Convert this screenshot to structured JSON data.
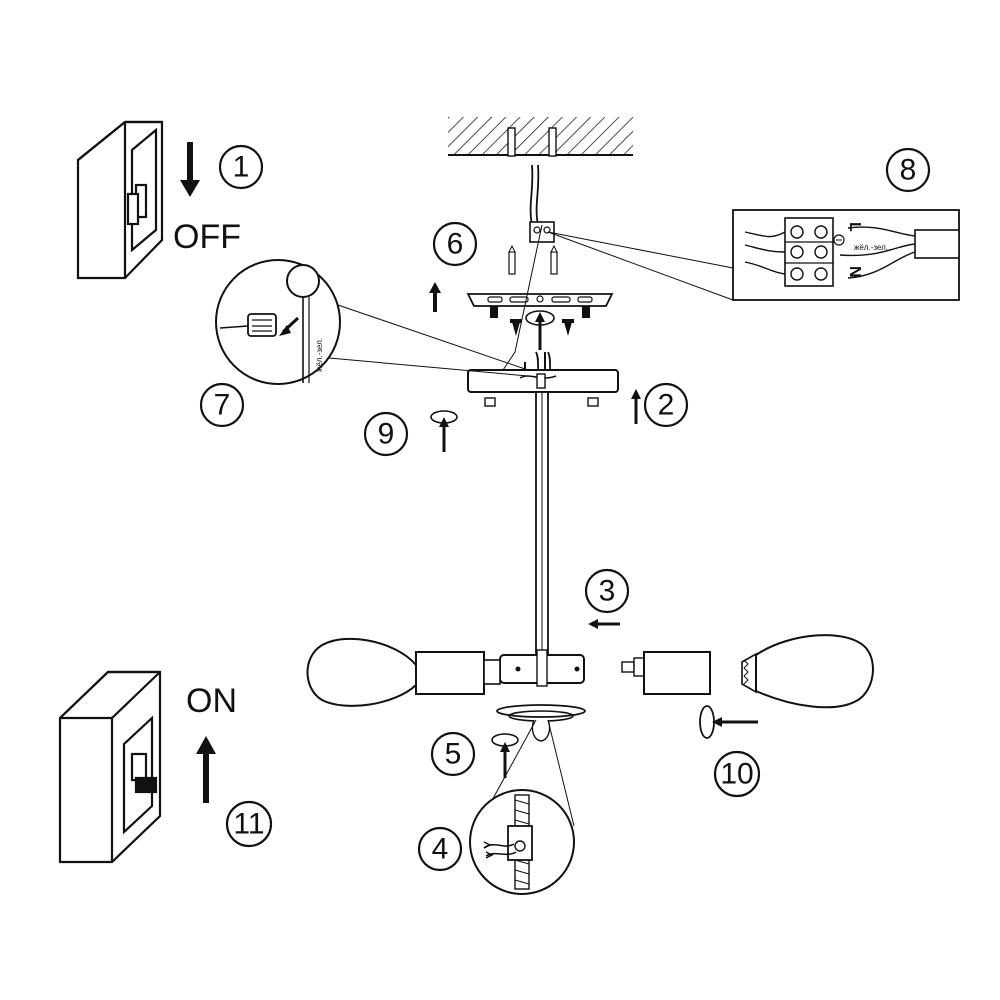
{
  "labels": {
    "off": "OFF",
    "on": "ON",
    "wire_color_note": "жёл.-зел.",
    "terminal_live": "L",
    "terminal_neutral": "N"
  },
  "steps": {
    "s1": "1",
    "s2": "2",
    "s3": "3",
    "s4": "4",
    "s5": "5",
    "s6": "6",
    "s7": "7",
    "s8": "8",
    "s9": "9",
    "s10": "10",
    "s11": "11"
  },
  "icons": {
    "switch": "wall-switch-icon",
    "earth": "earth-symbol-icon",
    "arrow": "arrow-icon",
    "rotate": "rotate-icon"
  },
  "colors": {
    "ink": "#111111",
    "paper": "#ffffff",
    "hatch": "#222222"
  }
}
